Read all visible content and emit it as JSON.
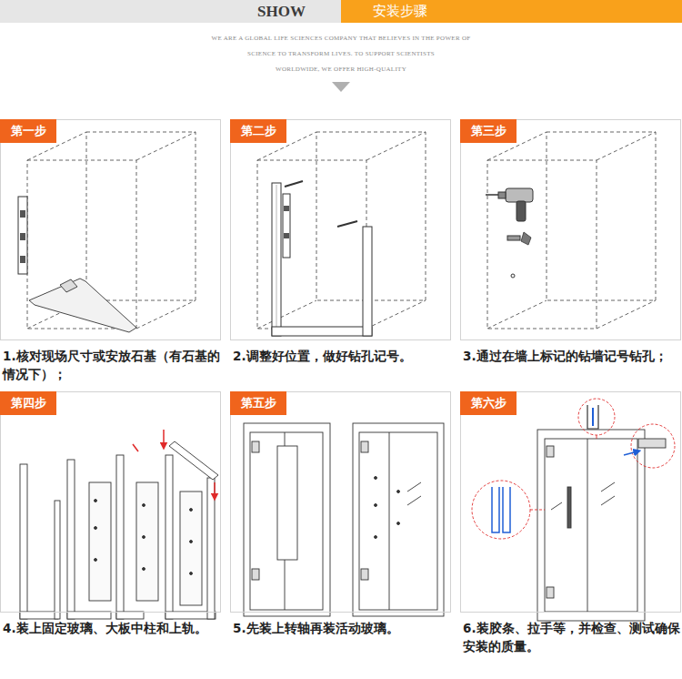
{
  "diagram": {
    "nodes": [
      {
        "text": [
          "SHOW"
        ]
      },
      {
        "text": [
          "安装步骤"
        ]
      },
      {
        "text": [
          "1.核对现场尺寸或安放石基（有石基的情况下）；"
        ]
      },
      {
        "text": [
          "第一步"
        ],
        "in": 2
      },
      {
        "text": [
          "2.调整好位置，做好钻孔记号。"
        ]
      },
      {
        "text": [
          "第二步"
        ],
        "in": 4
      },
      {
        "text": [
          "3.通过在墙上标记的钻墙记号钻孔；"
        ]
      },
      {
        "text": [
          "第三步"
        ],
        "in": 6
      },
      {
        "text": [
          "4.装上固定玻璃、大板中柱和上轨。"
        ]
      },
      {
        "text": [
          "第四步"
        ],
        "in": 8
      },
      {
        "text": [
          "5.先装上转轴再装活动玻璃。"
        ]
      },
      {
        "text": [
          "第五步"
        ],
        "in": 10
      },
      {
        "text": [
          "6.装胶条、拉手等，并检查、测试确保安装的质量。"
        ]
      },
      {
        "text": [
          "第六步"
        ],
        "in": 12
      }
    ],
    "labels": [
      "WE ARE A GLOBAL LIFE SCIENCES COMPANY THAT BELIEVES IN THE POWER OF",
      "SCIENCE TO TRANSFORM LIVES. TO SUPPORT SCIENTISTS",
      "WORLDWIDE, WE OFFER HIGH-QUALITY"
    ]
  }
}
